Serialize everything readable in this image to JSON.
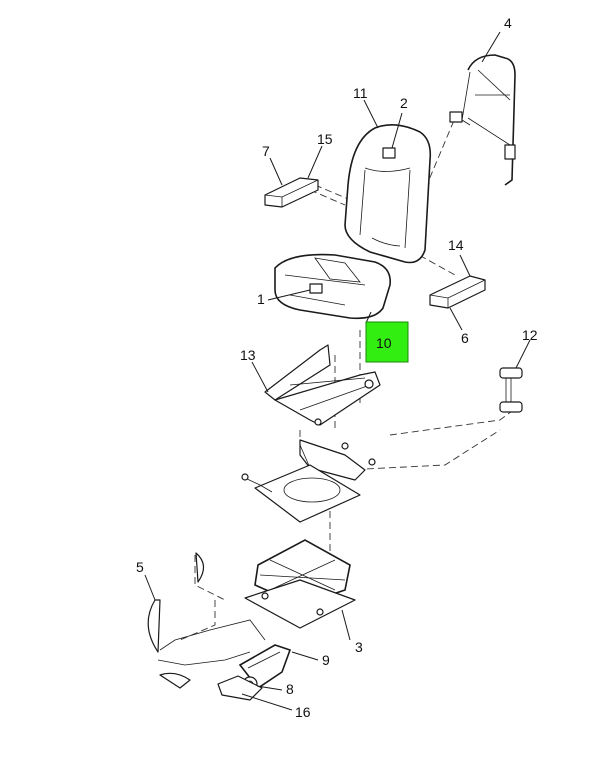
{
  "callouts": {
    "c1": "1",
    "c2": "2",
    "c3": "3",
    "c4": "4",
    "c5": "5",
    "c6": "6",
    "c7": "7",
    "c8": "8",
    "c9": "9",
    "c10": "10",
    "c11": "11",
    "c12": "12",
    "c13": "13",
    "c14": "14",
    "c15": "15",
    "c16": "16"
  },
  "highlight": {
    "callout": "10",
    "color": "#33ee11"
  }
}
